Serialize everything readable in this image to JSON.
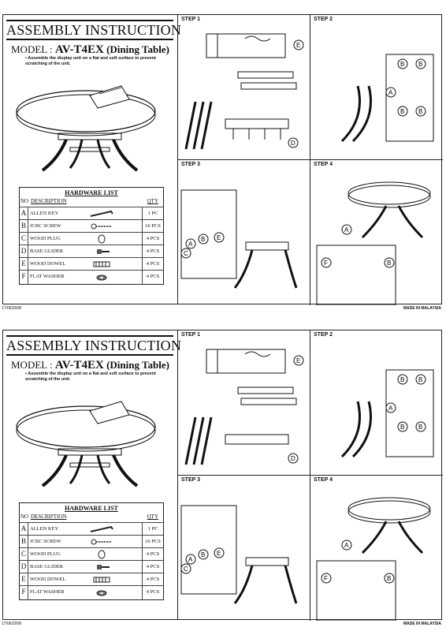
{
  "sheet": {
    "title": "ASSEMBLY INSTRUCTION",
    "model_label": "MODEL :",
    "model_code": "AV-T4EX",
    "model_type": "(Dining Table)",
    "note": "Assemble the display unit on a flat and soft surface to prevent scratching of the unit.",
    "hardware_title": "HARDWARE LIST",
    "hardware_headers": {
      "no": "NO",
      "desc": "DESCRIPTION",
      "qty": "QTY"
    },
    "hardware": [
      {
        "no": "A",
        "desc": "ALLEN KEY",
        "qty": "1 PC",
        "icon": "allen-key-icon"
      },
      {
        "no": "B",
        "desc": "JCBC SCREW",
        "qty": "16 PCS",
        "icon": "jcbc-screw-icon"
      },
      {
        "no": "C",
        "desc": "WOOD PLUG",
        "qty": "4 PCS",
        "icon": "wood-plug-icon"
      },
      {
        "no": "D",
        "desc": "BASE GLIDER",
        "qty": "4 PCS",
        "icon": "base-glider-icon"
      },
      {
        "no": "E",
        "desc": "WOOD DOWEL",
        "qty": "4 PCS",
        "icon": "wood-dowel-icon"
      },
      {
        "no": "F",
        "desc": "FLAT WASHER",
        "qty": "4 PCS",
        "icon": "flat-washer-icon"
      }
    ],
    "steps": [
      "STEP 1",
      "STEP 2",
      "STEP 3",
      "STEP 4"
    ],
    "callouts": {
      "a": "A",
      "b": "B",
      "c": "C",
      "d": "D",
      "e": "E",
      "f": "F"
    },
    "footer_code": "17/06/2008",
    "made_in": "MADE IN MALAYSIA"
  },
  "sheet2": {
    "footer_code": "17/06/2008",
    "made_in": "MADE IN MALAYSIA"
  }
}
